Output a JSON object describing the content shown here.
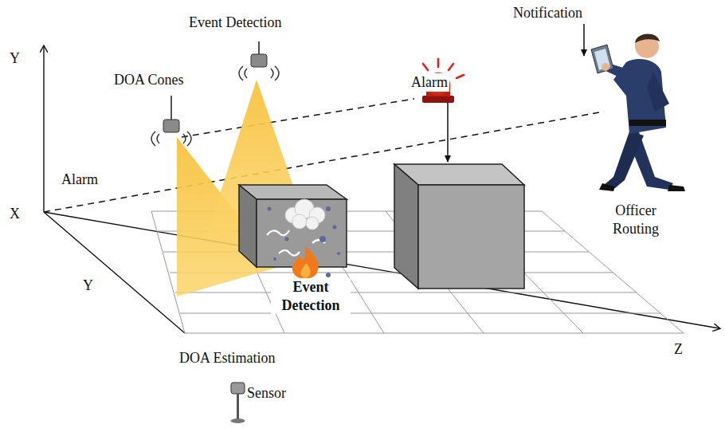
{
  "diagram": {
    "labels": [
      "Y",
      "Event Detection",
      "DOA Cones",
      "Notification",
      "Alarm",
      "Alarm",
      "X",
      "Y",
      "Officer Routing",
      "Event Detection",
      "Z",
      "DOA Estimation",
      "Sensor"
    ]
  }
}
